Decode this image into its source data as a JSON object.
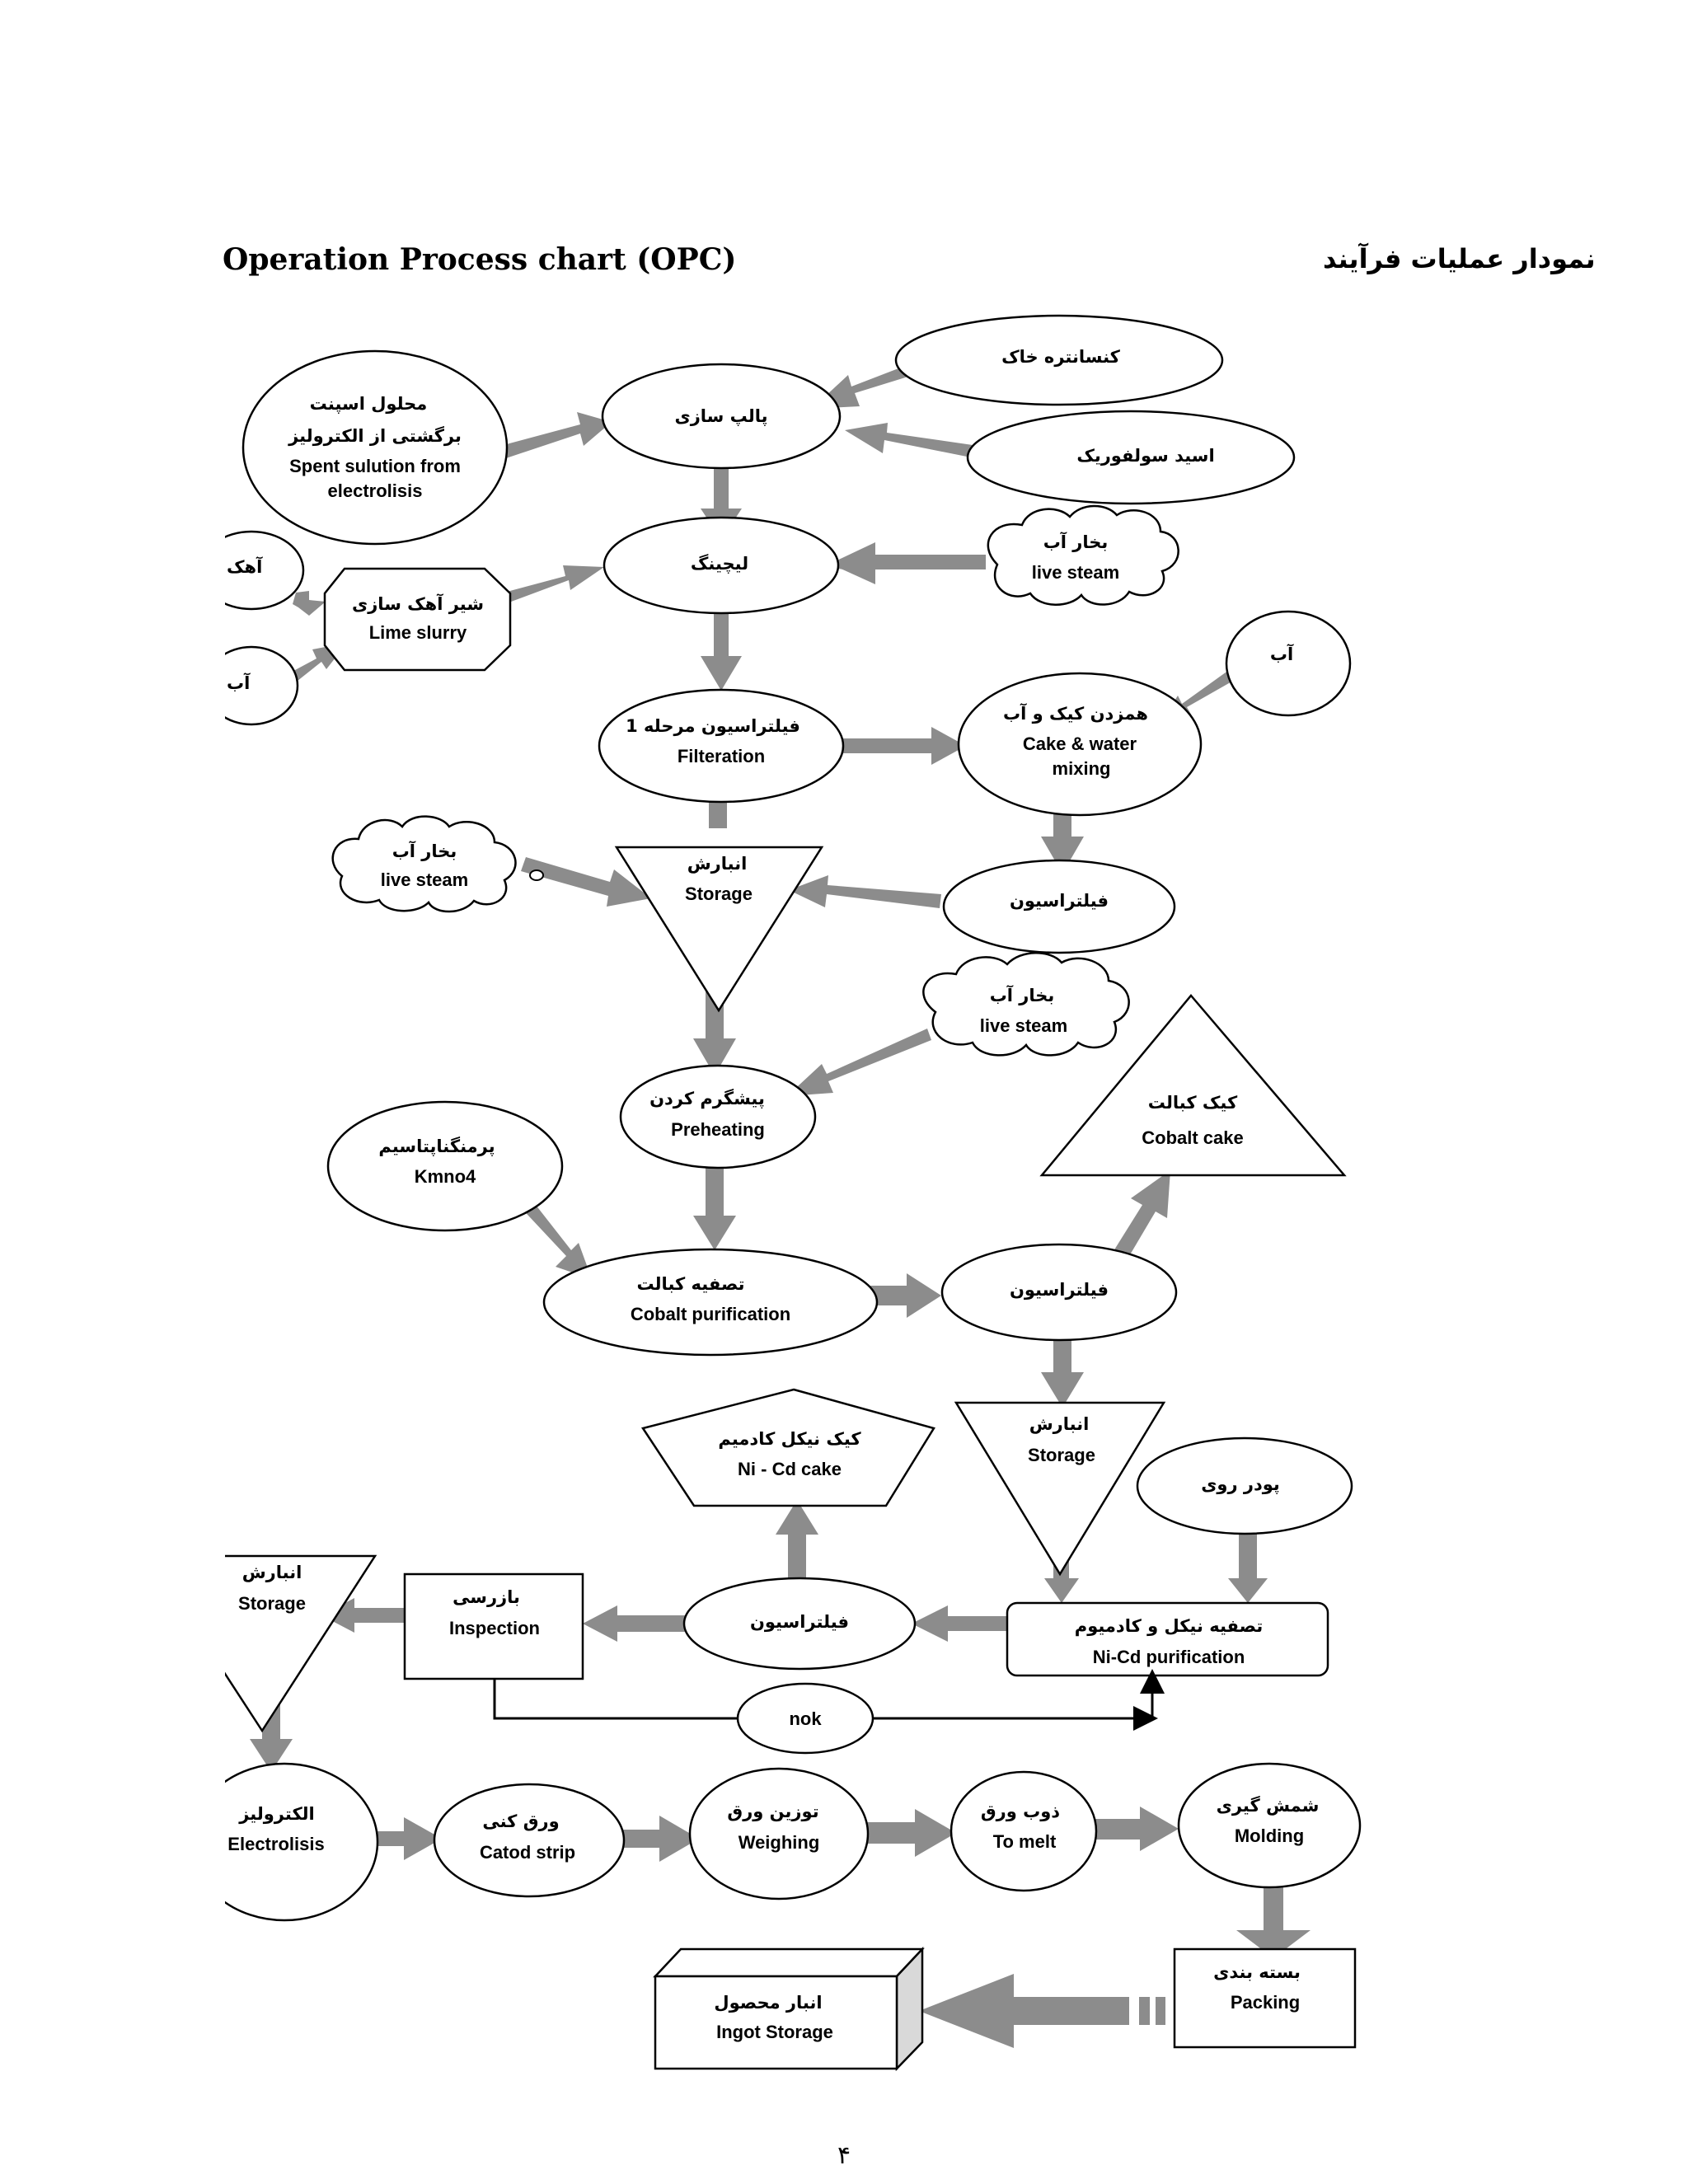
{
  "header": {
    "title_en": "Operation Process chart (OPC)",
    "title_fa": "نمودار عملیات فرآیند"
  },
  "nodes": {
    "spent_solution": {
      "fa1": "محلول اسپنت",
      "fa2": "برگشتی از الکترولیز",
      "en1": "Spent sulution from",
      "en2": "electrolisis"
    },
    "pulp_making": {
      "fa": "پالپ سازی"
    },
    "concentrate": {
      "fa": "کنسانتره خاک"
    },
    "sulfuric_acid": {
      "fa": "اسید سولفوریک"
    },
    "lime_partial": {
      "fa": "آهک"
    },
    "water_partial": {
      "fa": "آب"
    },
    "lime_slurry": {
      "fa": "شیر آهک  سازی",
      "en": "Lime slurry"
    },
    "leaching": {
      "fa": "لیچینگ"
    },
    "live_steam_1": {
      "fa": "بخار آب",
      "en": "live steam"
    },
    "water_right": {
      "fa": "آب"
    },
    "filtration_1": {
      "fa": "فیلتراسیون مرحله 1",
      "en": "Filteration"
    },
    "cake_water": {
      "fa": "همزدن کیک و آب",
      "en1": "Cake & water",
      "en2": "mixing"
    },
    "live_steam_2": {
      "fa": "بخار آب",
      "en": "live steam"
    },
    "storage_1": {
      "fa": "انبارش",
      "en": "Storage"
    },
    "filtration_2": {
      "fa": "فیلتراسیون"
    },
    "live_steam_3": {
      "fa": "بخار آب",
      "en": "live  steam"
    },
    "preheating": {
      "fa": "پیشگرم کردن",
      "en": "Preheating"
    },
    "cobalt_cake": {
      "fa": "کیک کبالت",
      "en": "Cobalt cake"
    },
    "kmno4": {
      "fa": "پرمنگناپتاسیم",
      "en": "Kmno4"
    },
    "cobalt_purification": {
      "fa": "تصفیه کبالت",
      "en": "Cobalt purification"
    },
    "filtration_3": {
      "fa": "فیلتراسیون"
    },
    "nicd_cake": {
      "fa": "کیک نیکل کادمیم",
      "en": "Ni - Cd cake"
    },
    "storage_2": {
      "fa": "انبارش",
      "en": "Storage"
    },
    "zinc_powder": {
      "fa": "پودر روی"
    },
    "storage_3": {
      "fa": "انبارش",
      "en": "Storage"
    },
    "inspection": {
      "fa": "بازرسی",
      "en": "Inspection"
    },
    "filtration_4": {
      "fa": "فیلتراسیون"
    },
    "nicd_purification": {
      "fa": "تصفیه نیکل و کادمیوم",
      "en": "Ni-Cd purification"
    },
    "nok": {
      "en": "nok"
    },
    "electrolisis": {
      "fa": "الکترولیز",
      "en": "Electrolisis"
    },
    "catod_strip": {
      "fa": "ورق کنی",
      "en": "Catod strip"
    },
    "weighing": {
      "fa": "توزین ورق",
      "en": "Weighing"
    },
    "to_melt": {
      "fa": "ذوب ورق",
      "en": "To melt"
    },
    "molding": {
      "fa": "شمش گیری",
      "en": "Molding"
    },
    "packing": {
      "fa": "بسته بندی",
      "en": "Packing"
    },
    "ingot_storage": {
      "fa": "انبار محصول",
      "en": "Ingot Storage"
    }
  },
  "footer": {
    "page_number": "۴"
  },
  "colors": {
    "arrow": "#8c8c8c",
    "stroke": "#000000",
    "background": "#ffffff"
  }
}
